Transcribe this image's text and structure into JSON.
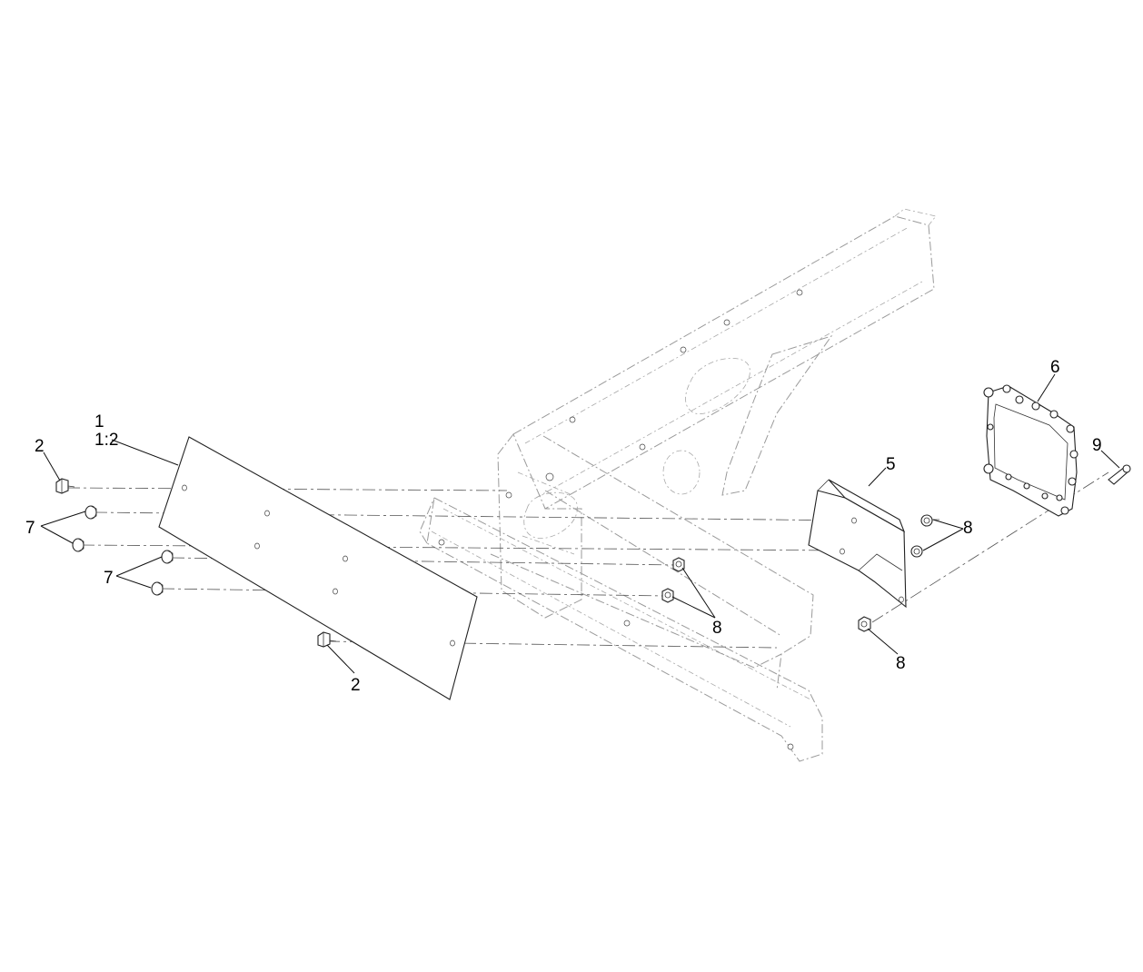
{
  "callouts": {
    "c1": "1",
    "c1_2": "1:2",
    "c2_top": "2",
    "c2_bottom": "2",
    "c5": "5",
    "c6": "6",
    "c7_upper": "7",
    "c7_lower": "7",
    "c8_right": "8",
    "c8_mid": "8",
    "c8_bottom": "8",
    "c9": "9"
  }
}
